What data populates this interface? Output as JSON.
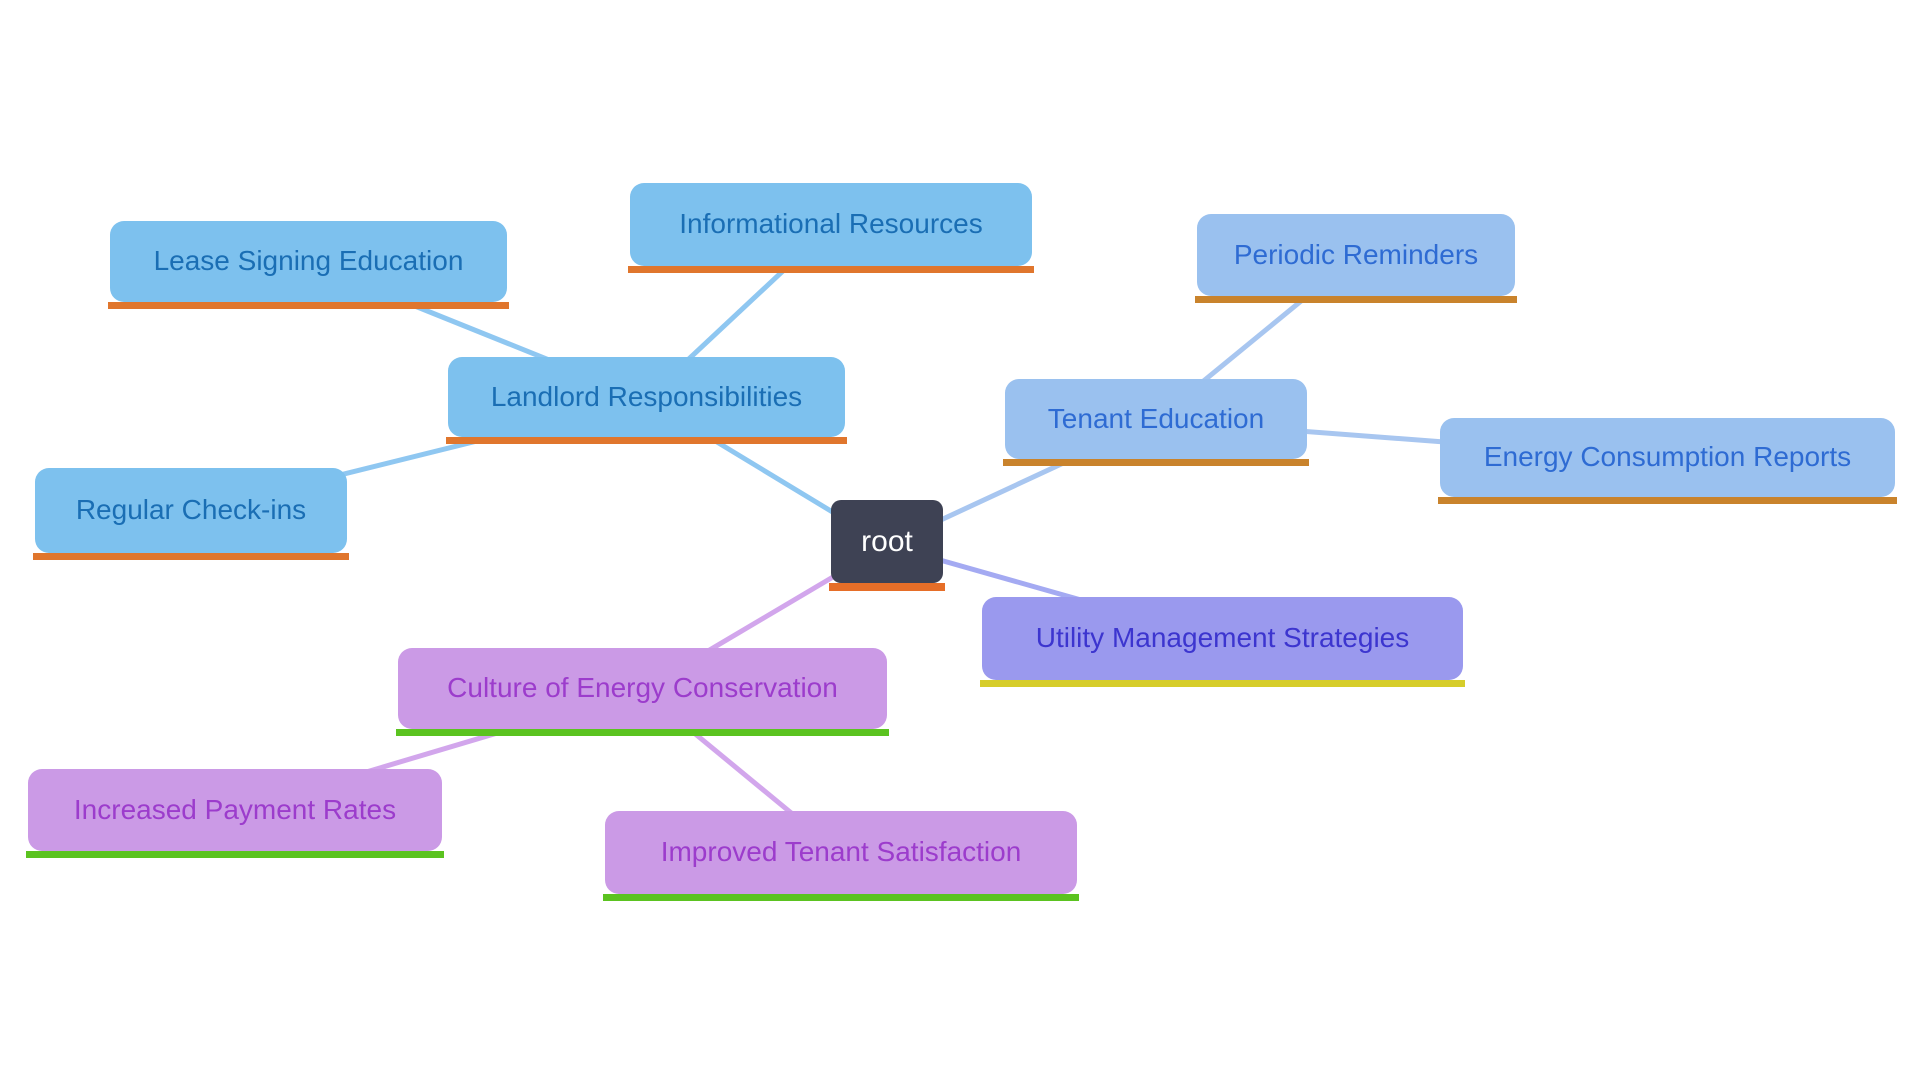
{
  "diagram_type": "mindmap",
  "nodes": {
    "root": {
      "label": "root",
      "branch": "root"
    },
    "landlord": {
      "label": "Landlord Responsibilities",
      "branch": "landlord"
    },
    "lease": {
      "label": "Lease Signing Education",
      "branch": "landlord"
    },
    "informational": {
      "label": "Informational Resources",
      "branch": "landlord"
    },
    "regular": {
      "label": "Regular Check-ins",
      "branch": "landlord"
    },
    "tenant": {
      "label": "Tenant Education",
      "branch": "tenant"
    },
    "periodic": {
      "label": "Periodic Reminders",
      "branch": "tenant"
    },
    "energy": {
      "label": "Energy Consumption Reports",
      "branch": "tenant"
    },
    "utility": {
      "label": "Utility Management Strategies",
      "branch": "utility"
    },
    "culture": {
      "label": "Culture of Energy Conservation",
      "branch": "culture"
    },
    "increased": {
      "label": "Increased Payment Rates",
      "branch": "culture"
    },
    "improved": {
      "label": "Improved Tenant Satisfaction",
      "branch": "culture"
    }
  },
  "hierarchy": {
    "root": [
      "Landlord Responsibilities",
      "Tenant Education",
      "Utility Management Strategies",
      "Culture of Energy Conservation"
    ],
    "Landlord Responsibilities": [
      "Lease Signing Education",
      "Informational Resources",
      "Regular Check-ins"
    ],
    "Tenant Education": [
      "Periodic Reminders",
      "Energy Consumption Reports"
    ],
    "Utility Management Strategies": [],
    "Culture of Energy Conservation": [
      "Increased Payment Rates",
      "Improved Tenant Satisfaction"
    ]
  },
  "colors": {
    "root": {
      "fill": "#3e4254",
      "text": "#ffffff",
      "underline": "#e66e28",
      "line": "#8fc7f1"
    },
    "landlord": {
      "fill": "#7dc1ee",
      "text": "#1a6eb4",
      "underline": "#e0762d",
      "line": "#8fc7f1"
    },
    "tenant": {
      "fill": "#9ac1ef",
      "text": "#2e6bd3",
      "underline": "#c9832c",
      "line": "#a8c6f0"
    },
    "utility": {
      "fill": "#9a99ee",
      "text": "#3c35cf",
      "underline": "#d6cd2a",
      "line": "#a4aaf2"
    },
    "culture": {
      "fill": "#cb9ae6",
      "text": "#9c3ccc",
      "underline": "#5bc320",
      "line": "#d2a6ec"
    }
  }
}
